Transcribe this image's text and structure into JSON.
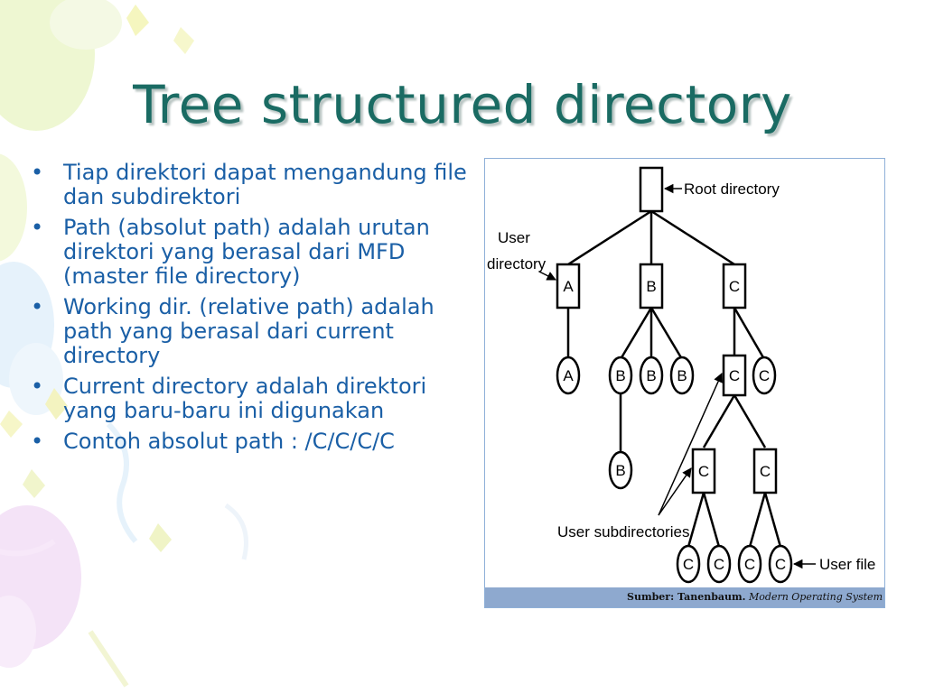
{
  "slide": {
    "title": "Tree structured directory",
    "bullets": [
      "Tiap direktori dapat mengandung file dan subdirektori",
      "Path (absolut path) adalah urutan direktori yang berasal dari MFD (master file directory)",
      "Working dir. (relative path) adalah path yang berasal dari current directory",
      "Current directory adalah direktori yang baru-baru ini digunakan",
      "Contoh absolut path : /C/C/C/C"
    ],
    "bullet_symbol": "•"
  },
  "figure": {
    "labels": {
      "root_directory": "Root directory",
      "user_directory_line1": "User",
      "user_directory_line2": "directory",
      "user_subdirectories": "User subdirectories",
      "user_file": "User file"
    },
    "nodes": {
      "dir_a": "A",
      "dir_b": "B",
      "dir_c": "C",
      "file_a": "A",
      "file_b1": "B",
      "file_b2": "B",
      "file_b3": "B",
      "subdir_c1": "C",
      "file_c1": "C",
      "file_b4": "B",
      "subdir_c2": "C",
      "subdir_c3": "C",
      "file_c2": "C",
      "file_c3": "C",
      "file_c4": "C",
      "file_c5": "C"
    },
    "source_prefix": "Sumber: Tanenbaum.",
    "source_title": "Modern Operating System"
  },
  "colors": {
    "title": "#1a6b63",
    "bullet_text": "#1a5fa6",
    "source_bar": "#8ea9cf"
  }
}
